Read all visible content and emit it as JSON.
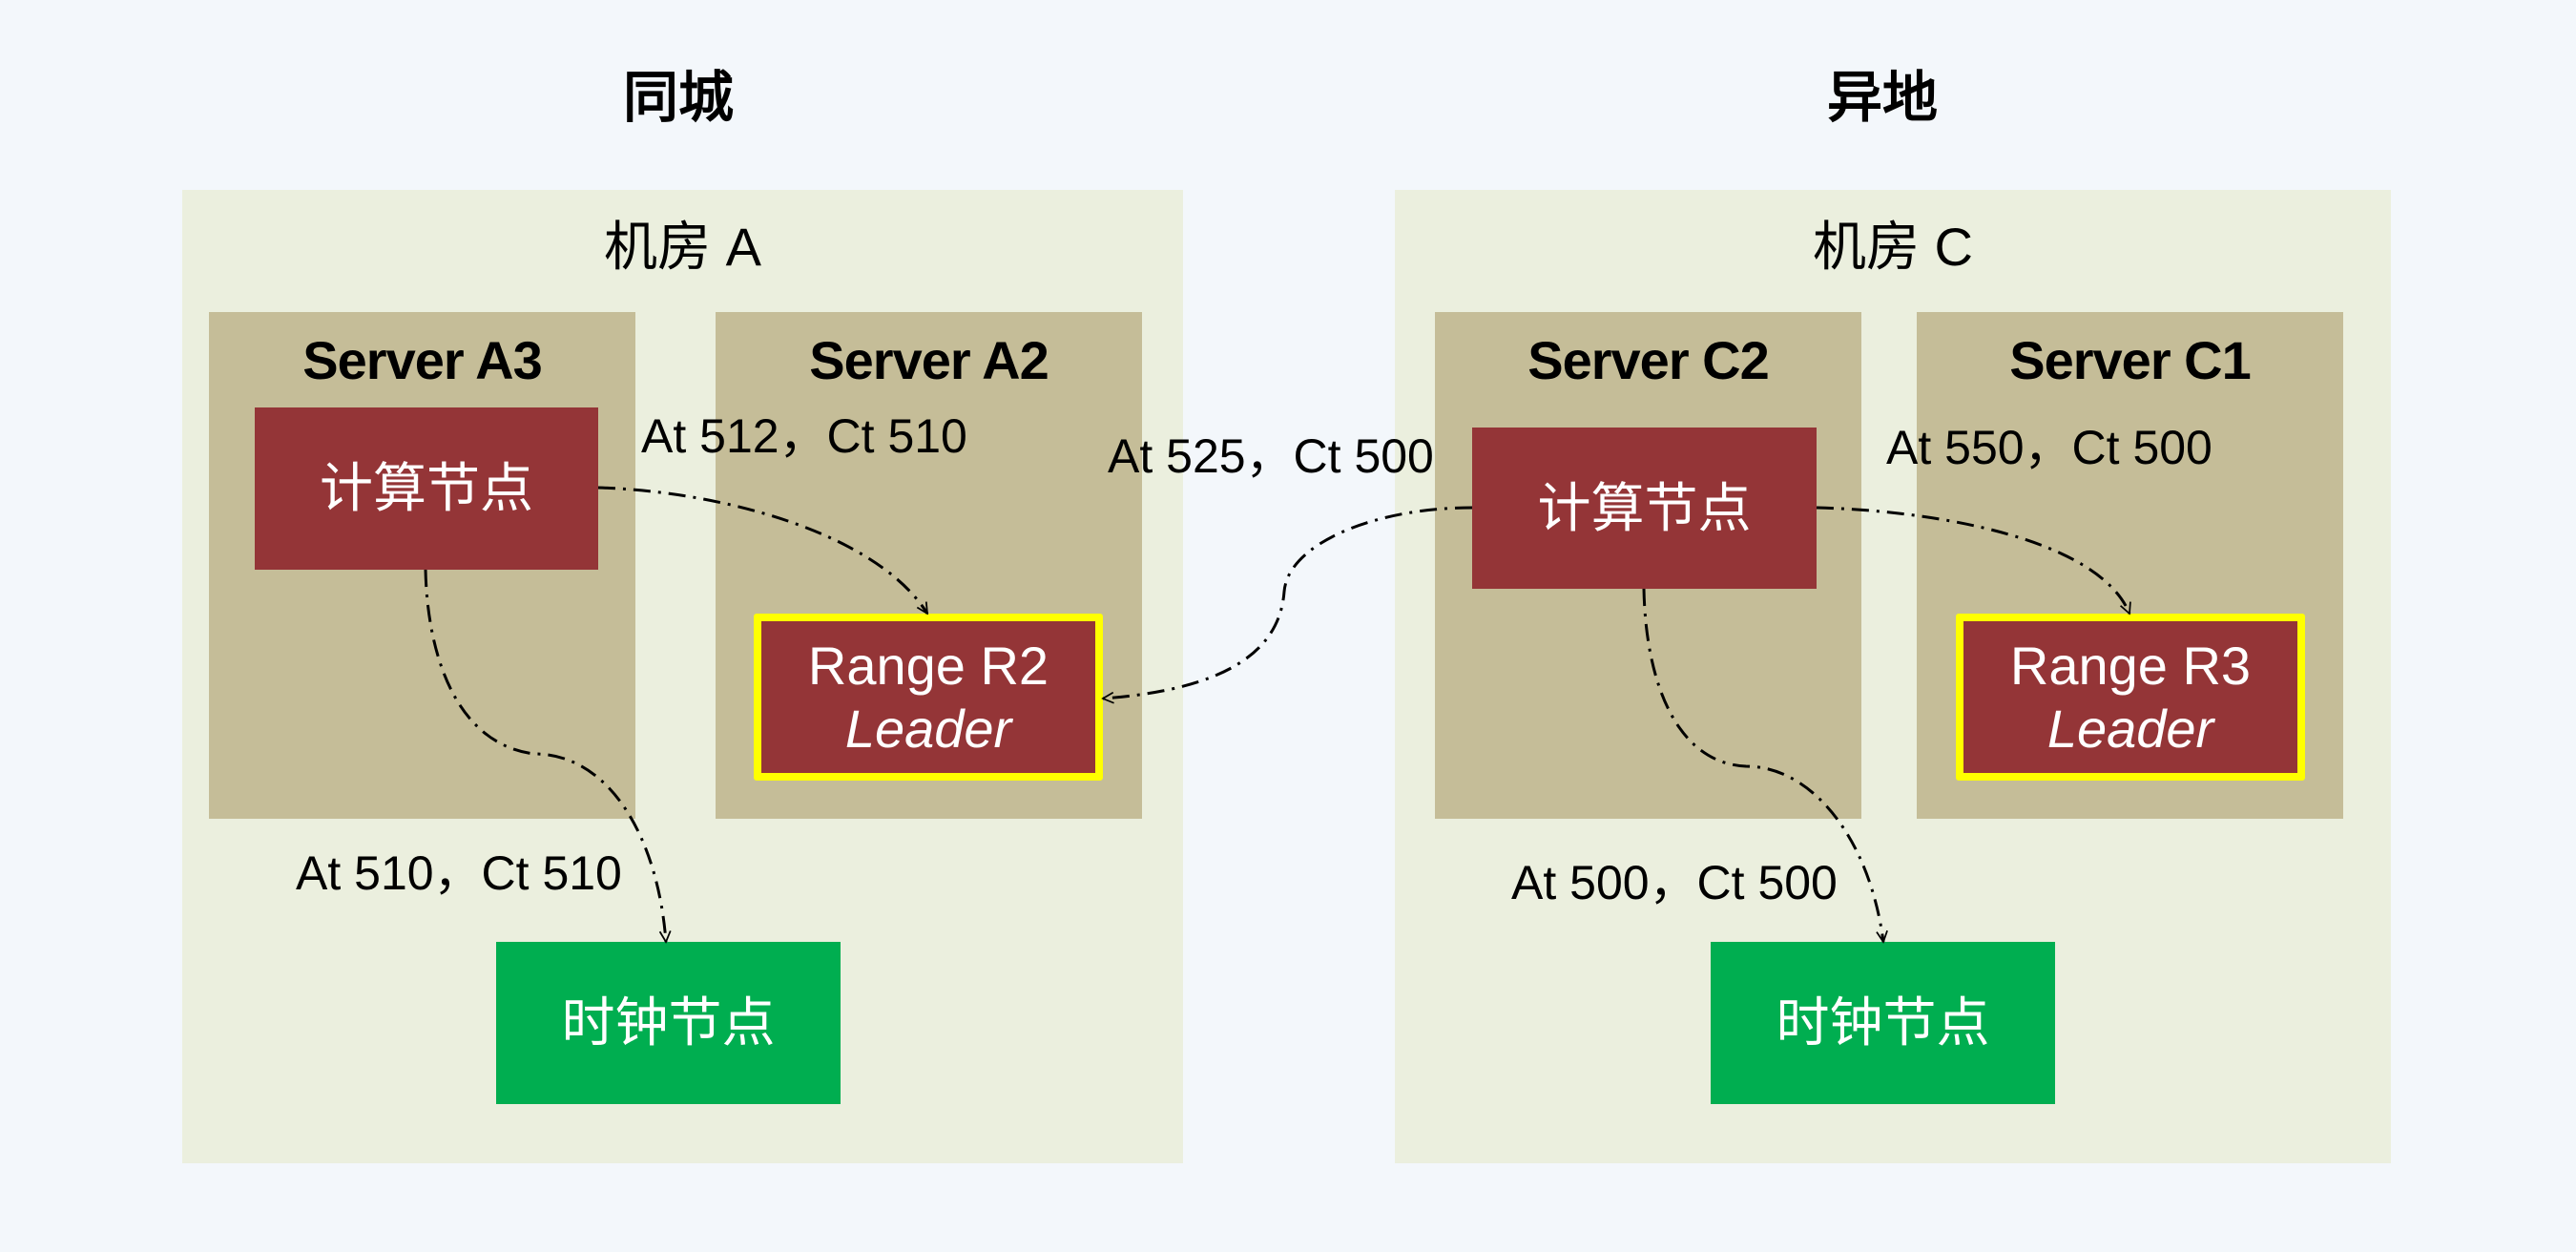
{
  "regions": [
    {
      "title": "同城",
      "room": {
        "label": "机房 A",
        "servers": [
          {
            "title": "Server A3",
            "nodes": [
              {
                "type": "compute",
                "label": "计算节点"
              }
            ]
          },
          {
            "title": "Server A2",
            "nodes": [
              {
                "type": "range",
                "label": "Range R2",
                "role": "Leader"
              }
            ]
          }
        ],
        "clock_node": {
          "label": "时钟节点"
        }
      }
    },
    {
      "title": "异地",
      "room": {
        "label": "机房 C",
        "servers": [
          {
            "title": "Server C2",
            "nodes": [
              {
                "type": "compute",
                "label": "计算节点"
              }
            ]
          },
          {
            "title": "Server C1",
            "nodes": [
              {
                "type": "range",
                "label": "Range R3",
                "role": "Leader"
              }
            ]
          }
        ],
        "clock_node": {
          "label": "时钟节点"
        }
      }
    }
  ],
  "edges": [
    {
      "from": "compute-A3",
      "to": "range-R2",
      "label": "At 512，Ct 510"
    },
    {
      "from": "compute-A3",
      "to": "clock-A",
      "label": "At 510，Ct 510"
    },
    {
      "from": "compute-C2",
      "to": "range-R2",
      "label": "At 525，Ct 500"
    },
    {
      "from": "compute-C2",
      "to": "range-R3",
      "label": "At 550，Ct 500"
    },
    {
      "from": "compute-C2",
      "to": "clock-C",
      "label": "At 500，Ct 500"
    }
  ],
  "colors": {
    "background": "#f3f7fb",
    "room": "#ebefde",
    "server": "#c5bd98",
    "compute_node": "#943537",
    "range_leader_border": "#ffff00",
    "clock_node": "#00ae50",
    "edge": "#000000"
  }
}
